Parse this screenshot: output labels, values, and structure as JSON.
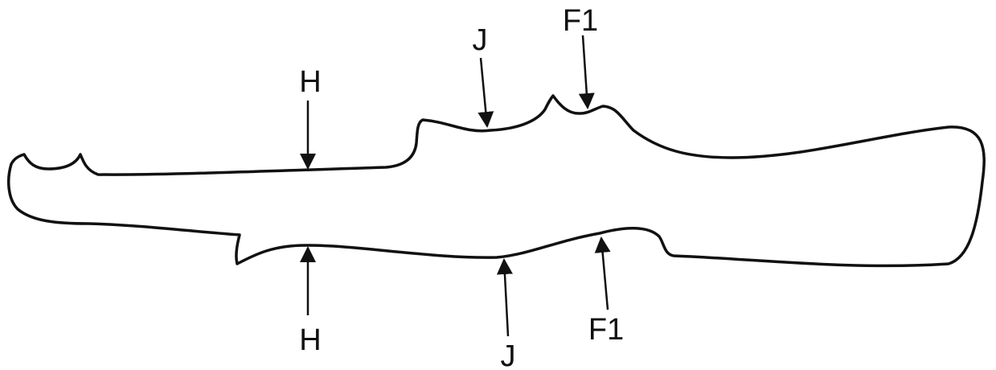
{
  "diagram": {
    "labels": {
      "top_h": "H",
      "top_j": "J",
      "top_f1": "F1",
      "bottom_h": "H",
      "bottom_j": "J",
      "bottom_f1": "F1"
    },
    "colors": {
      "outline": "#111111",
      "background": "#ffffff"
    }
  }
}
